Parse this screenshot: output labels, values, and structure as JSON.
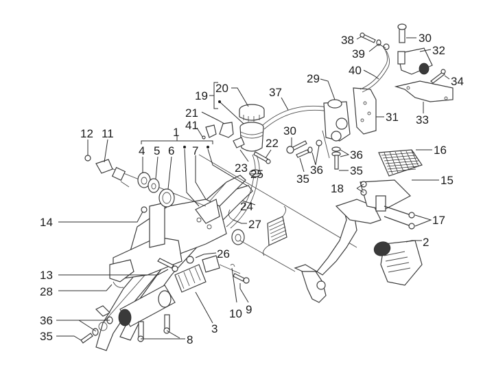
{
  "diagram": {
    "title": "Brake pedal / rear master cylinder exploded view",
    "callouts": [
      {
        "id": "c1",
        "label": "1"
      },
      {
        "id": "c2",
        "label": "2"
      },
      {
        "id": "c3",
        "label": "3"
      },
      {
        "id": "c4",
        "label": "4"
      },
      {
        "id": "c5",
        "label": "5"
      },
      {
        "id": "c6",
        "label": "6"
      },
      {
        "id": "c7",
        "label": "7"
      },
      {
        "id": "c8",
        "label": "8"
      },
      {
        "id": "c9",
        "label": "9"
      },
      {
        "id": "c10",
        "label": "10"
      },
      {
        "id": "c11",
        "label": "11"
      },
      {
        "id": "c12",
        "label": "12"
      },
      {
        "id": "c13",
        "label": "13"
      },
      {
        "id": "c14",
        "label": "14"
      },
      {
        "id": "c15",
        "label": "15"
      },
      {
        "id": "c16",
        "label": "16"
      },
      {
        "id": "c17",
        "label": "17"
      },
      {
        "id": "c18",
        "label": "18"
      },
      {
        "id": "c19",
        "label": "19"
      },
      {
        "id": "c20",
        "label": "20"
      },
      {
        "id": "c21",
        "label": "21"
      },
      {
        "id": "c22",
        "label": "22"
      },
      {
        "id": "c23",
        "label": "23"
      },
      {
        "id": "c24",
        "label": "24"
      },
      {
        "id": "c25",
        "label": "25"
      },
      {
        "id": "c26",
        "label": "26"
      },
      {
        "id": "c27",
        "label": "27"
      },
      {
        "id": "c28",
        "label": "28"
      },
      {
        "id": "c29",
        "label": "29"
      },
      {
        "id": "c30a",
        "label": "30"
      },
      {
        "id": "c30b",
        "label": "30"
      },
      {
        "id": "c31",
        "label": "31"
      },
      {
        "id": "c32",
        "label": "32"
      },
      {
        "id": "c33",
        "label": "33"
      },
      {
        "id": "c34",
        "label": "34"
      },
      {
        "id": "c35a",
        "label": "35"
      },
      {
        "id": "c35b",
        "label": "35"
      },
      {
        "id": "c35c",
        "label": "35"
      },
      {
        "id": "c36a",
        "label": "36"
      },
      {
        "id": "c36b",
        "label": "36"
      },
      {
        "id": "c36c",
        "label": "36"
      },
      {
        "id": "c37",
        "label": "37"
      },
      {
        "id": "c38",
        "label": "38"
      },
      {
        "id": "c39",
        "label": "39"
      },
      {
        "id": "c40",
        "label": "40"
      },
      {
        "id": "c41",
        "label": "41"
      }
    ]
  }
}
